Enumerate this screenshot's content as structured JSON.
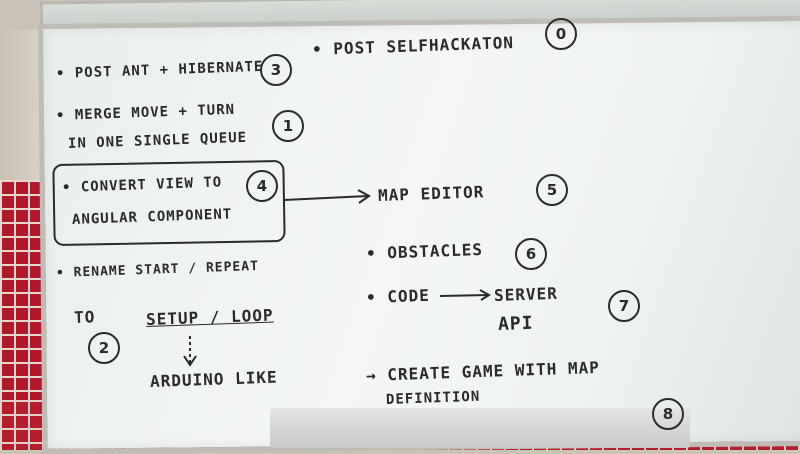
{
  "notes": {
    "item0": {
      "title": "• POST SELFHACKATON",
      "number": "0"
    },
    "item3": {
      "text": "• POST ANT + HIBERNATE",
      "number": "3"
    },
    "item1": {
      "line1": "• MERGE MOVE + TURN",
      "line2": "IN ONE SINGLE QUEUE",
      "number": "1"
    },
    "item4": {
      "line1": "• CONVERT VIEW TO",
      "line2": "ANGULAR COMPONENT",
      "number": "4"
    },
    "item5": {
      "text": "MAP EDITOR",
      "number": "5"
    },
    "item6": {
      "text": "• OBSTACLES",
      "number": "6"
    },
    "item7": {
      "code": "• CODE",
      "server": "SERVER",
      "api": "API",
      "number": "7"
    },
    "item2": {
      "line1": "• RENAME START / REPEAT",
      "to": "TO",
      "setup": "SETUP / LOOP",
      "arduino": "ARDUINO LIKE",
      "number": "2"
    },
    "item8": {
      "line1": "→ CREATE GAME WITH MAP",
      "line2": "DEFINITION",
      "number": "8"
    }
  },
  "colors": {
    "marker": "#2a2b2b",
    "tiles": "#b2182b",
    "board": "#eef2f1"
  }
}
